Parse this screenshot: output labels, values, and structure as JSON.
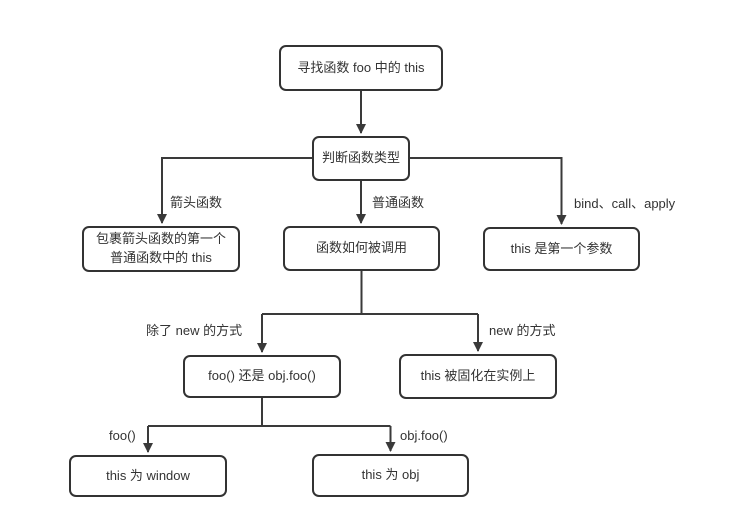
{
  "diagram": {
    "nodes": {
      "root": {
        "label": "寻找函数 foo 中的 this"
      },
      "judge": {
        "label": "判断函数类型"
      },
      "arrow_result": {
        "lines": [
          "包裹箭头函数的第一个",
          "普通函数中的 this"
        ]
      },
      "how_called": {
        "label": "函数如何被调用"
      },
      "bind_result": {
        "label": "this 是第一个参数"
      },
      "foo_or_objfoo": {
        "label": "foo() 还是 obj.foo()"
      },
      "new_result": {
        "label": "this 被固化在实例上"
      },
      "window_result": {
        "label": "this 为 window"
      },
      "obj_result": {
        "label": "this 为 obj"
      }
    },
    "edge_labels": {
      "arrow_fn": "箭头函数",
      "normal_fn": "普通函数",
      "bind_call_apply": "bind、call、apply",
      "not_new": "除了 new 的方式",
      "with_new": "new 的方式",
      "plain_call": "foo()",
      "method_call": "obj.foo()"
    },
    "colors": {
      "line": "#3a3a3a",
      "border": "#333333",
      "text": "#333333",
      "background": "#ffffff"
    }
  }
}
